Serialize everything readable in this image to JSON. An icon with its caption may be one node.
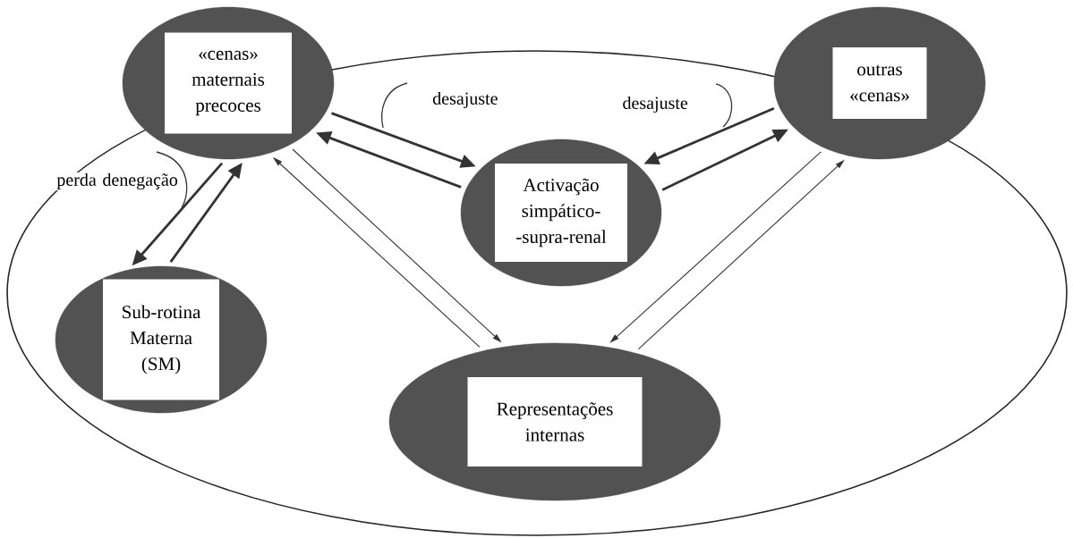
{
  "diagram": {
    "nodes": [
      {
        "text": [
          "«cenas» maternais precoces"
        ]
      },
      {
        "text": [
          "outras «cenas»"
        ]
      },
      {
        "text": [
          "Activação simpático- -supra-renal"
        ]
      },
      {
        "text": [
          "Sub-rotina Materna (SM)"
        ]
      },
      {
        "text": [
          "Representações internas"
        ]
      }
    ],
    "edges": [
      {
        "from": 0,
        "to": 2,
        "arrow": "to",
        "label": "desajuste"
      },
      {
        "from": 2,
        "to": 0,
        "arrow": "to"
      },
      {
        "from": 1,
        "to": 2,
        "arrow": "to",
        "label": "desajuste"
      },
      {
        "from": 2,
        "to": 1,
        "arrow": "to"
      },
      {
        "from": 0,
        "to": 3,
        "arrow": "to",
        "label": "perda denegação"
      },
      {
        "from": 3,
        "to": 0,
        "arrow": "to"
      },
      {
        "from": 0,
        "to": 4,
        "arrow": "to"
      },
      {
        "from": 4,
        "to": 0,
        "arrow": "to"
      },
      {
        "from": 1,
        "to": 4,
        "arrow": "to"
      },
      {
        "from": 4,
        "to": 1,
        "arrow": "to"
      }
    ]
  }
}
